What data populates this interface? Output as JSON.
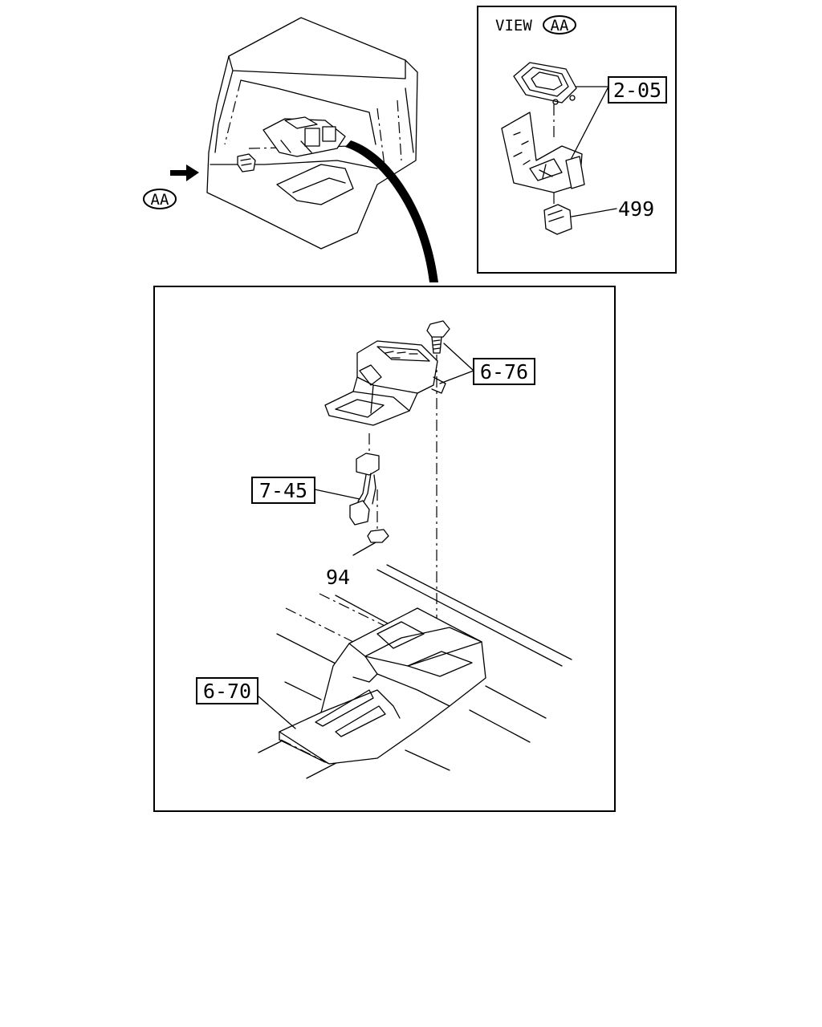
{
  "view_title": {
    "prefix": "VIEW",
    "ref": "AA"
  },
  "callouts": {
    "aa_marker": "AA",
    "part_2_05": "2-05",
    "part_499": "499",
    "part_6_76": "6-76",
    "part_7_45": "7-45",
    "part_94": "94",
    "part_6_70": "6-70"
  },
  "icons": [
    "view-arrow-icon",
    "curved-pointer-arrow",
    "screw-icon",
    "bolt-icon"
  ]
}
